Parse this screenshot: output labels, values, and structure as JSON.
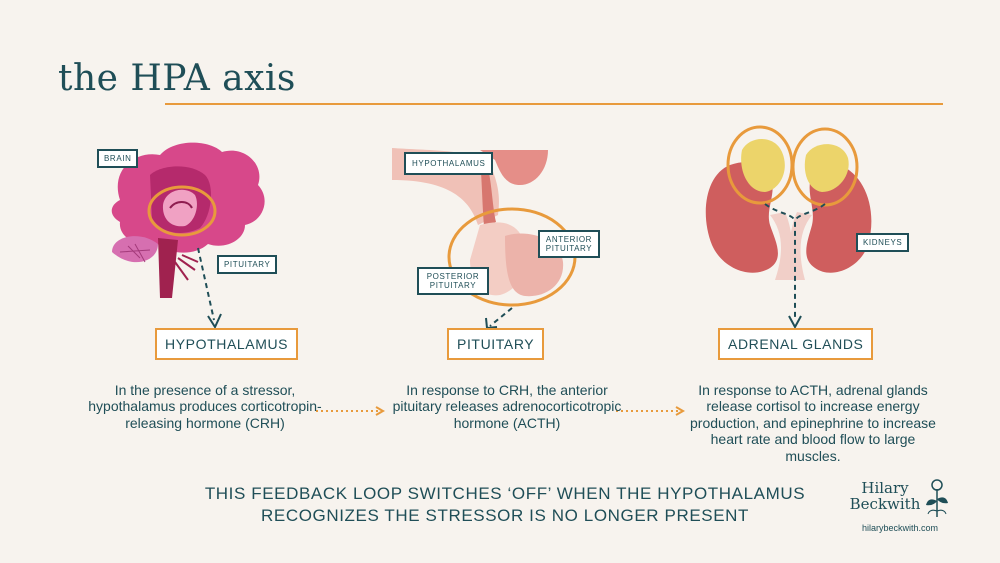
{
  "title": "the HPA axis",
  "colors": {
    "accent": "#e89a3c",
    "ink": "#1f4e57",
    "background": "#f7f3ee"
  },
  "stages": [
    {
      "tags": [
        "BRAIN",
        "PITUITARY"
      ],
      "label": "HYPOTHALAMUS",
      "description": "In the presence of a stressor, hypothalamus produces corticotropin-releasing hormone (CRH)"
    },
    {
      "tags": [
        "HYPOTHALAMUS",
        "ANTERIOR PITUITARY",
        "POSTERIOR PITUITARY"
      ],
      "label": "PITUITARY",
      "description": "In response to CRH, the anterior pituitary releases adrenocorticotropic hormone (ACTH)"
    },
    {
      "tags": [
        "KIDNEYS"
      ],
      "label": "ADRENAL GLANDS",
      "description": "In response to ACTH, adrenal glands release cortisol to increase energy production, and epinephrine to increase heart rate and blood flow to large muscles."
    }
  ],
  "footer": "THIS FEEDBACK LOOP SWITCHES ‘OFF’ WHEN THE HYPOTHALAMUS RECOGNIZES THE STRESSOR IS NO LONGER PRESENT",
  "brand": {
    "name_line1": "Hilary",
    "name_line2": "Beckwith",
    "url": "hilarybeckwith.com",
    "logo_icon": "flower-sprig-icon"
  }
}
